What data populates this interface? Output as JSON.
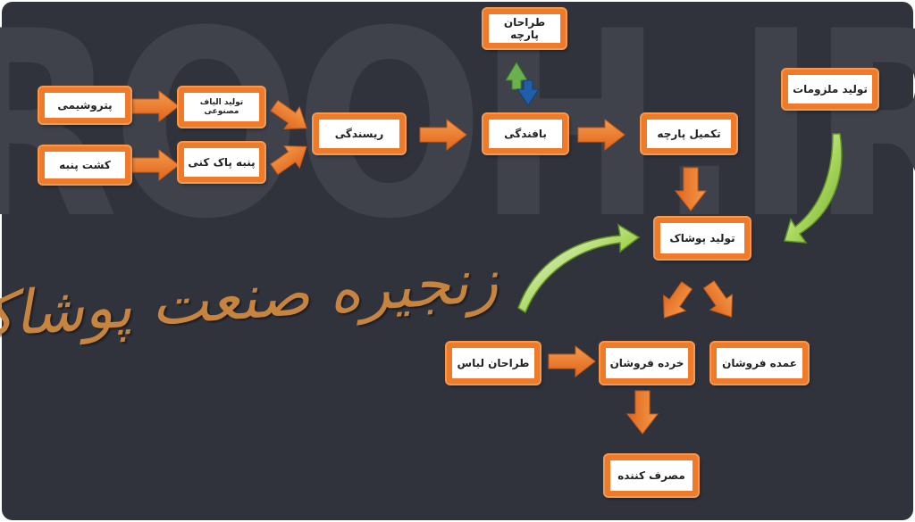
{
  "watermark": "ROOH.IR",
  "title": "زنجیره صنعت پوشاک",
  "nodes": {
    "petroshimi": "پتروشیمی",
    "kesht_panbe": "کشت پنبه",
    "tolid_alyaf": "تولید الیاف مصنوعی",
    "panbe_pak": "پنبه پاک کنی",
    "risandegi": "ریسندگی",
    "tarahan_parche": "طراحان پارچه",
    "bafandegi": "بافندگی",
    "takmil_parche": "تکمیل پارچه",
    "tolid_malzoomat": "تولید ملزومات",
    "tolid_poushak": "تولید پوشاک",
    "tarahan_lebas": "طراحان لباس",
    "khorde_forushan": "خرده فروشان",
    "omde_forushan": "عمده فروشان",
    "masraf_konande": "مصرف کننده"
  },
  "colors": {
    "background": "#30333c",
    "node_border": "#ee7a2a",
    "arrow_orange": "#ee7a2a",
    "curve_green": "#8cc63f",
    "title": "#c7843e",
    "swap_green": "#6ab04c",
    "swap_blue": "#1f5fa8"
  }
}
